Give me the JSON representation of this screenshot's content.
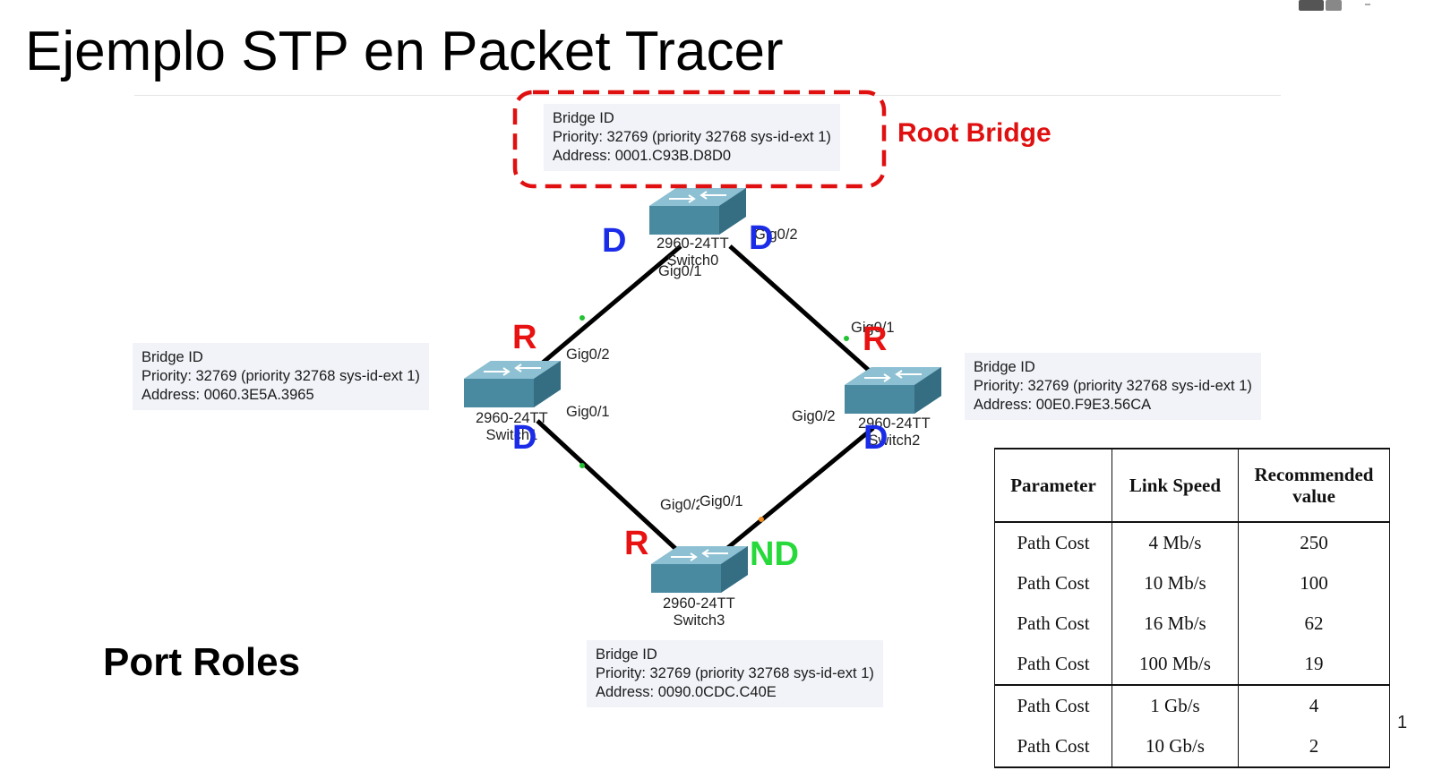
{
  "slide": {
    "title": "Ejemplo STP en Packet Tracer",
    "page_number": "1"
  },
  "root_label": "Root Bridge",
  "bridges": {
    "switch0": {
      "heading": "Bridge ID",
      "priority": "Priority: 32769  (priority 32768 sys-id-ext 1)",
      "address": "Address: 0001.C93B.D8D0"
    },
    "switch1": {
      "heading": "Bridge ID",
      "priority": "Priority: 32769  (priority 32768 sys-id-ext 1)",
      "address": "Address: 0060.3E5A.3965"
    },
    "switch2": {
      "heading": "Bridge ID",
      "priority": "Priority: 32769  (priority 32768 sys-id-ext 1)",
      "address": "Address: 00E0.F9E3.56CA"
    },
    "switch3": {
      "heading": "Bridge ID",
      "priority": "Priority: 32769  (priority 32768 sys-id-ext 1)",
      "address": "Address: 0090.0CDC.C40E"
    }
  },
  "devices": {
    "switch0": {
      "model": "2960-24TT",
      "name": "Switch0"
    },
    "switch1": {
      "model": "2960-24TT",
      "name": "Switch1"
    },
    "switch2": {
      "model": "2960-24TT",
      "name": "Switch2"
    },
    "switch3": {
      "model": "2960-24TT",
      "name": "Switch3"
    }
  },
  "ports": {
    "s0_gig01": "Gig0/1",
    "s0_gig02": "Gig0/2",
    "s1_gig02": "Gig0/2",
    "s1_gig01": "Gig0/1",
    "s2_gig01": "Gig0/1",
    "s2_gig02": "Gig0/2",
    "s3_gig02": "Gig0/2",
    "s3_gig01": "Gig0/1"
  },
  "roles": {
    "s0_left": "D",
    "s0_right": "D",
    "s1_top": "R",
    "s1_bottom": "D",
    "s2_top": "R",
    "s2_bottom": "D",
    "s3_left": "R",
    "s3_right": "ND"
  },
  "role_colors": {
    "root": "#e81212",
    "designated": "#1a2ce8",
    "non_designated": "#27d93a"
  },
  "port_roles_heading": "Port Roles",
  "cost_table": {
    "headers": [
      "Parameter",
      "Link Speed",
      "Recommended value"
    ],
    "rows": [
      [
        "Path Cost",
        "4 Mb/s",
        "250"
      ],
      [
        "Path Cost",
        "10 Mb/s",
        "100"
      ],
      [
        "Path Cost",
        "16 Mb/s",
        "62"
      ],
      [
        "Path Cost",
        "100 Mb/s",
        "19"
      ],
      [
        "Path Cost",
        "1 Gb/s",
        "4"
      ],
      [
        "Path Cost",
        "10 Gb/s",
        "2"
      ]
    ]
  },
  "icons": [
    "switch-icon",
    "logo-icon"
  ]
}
